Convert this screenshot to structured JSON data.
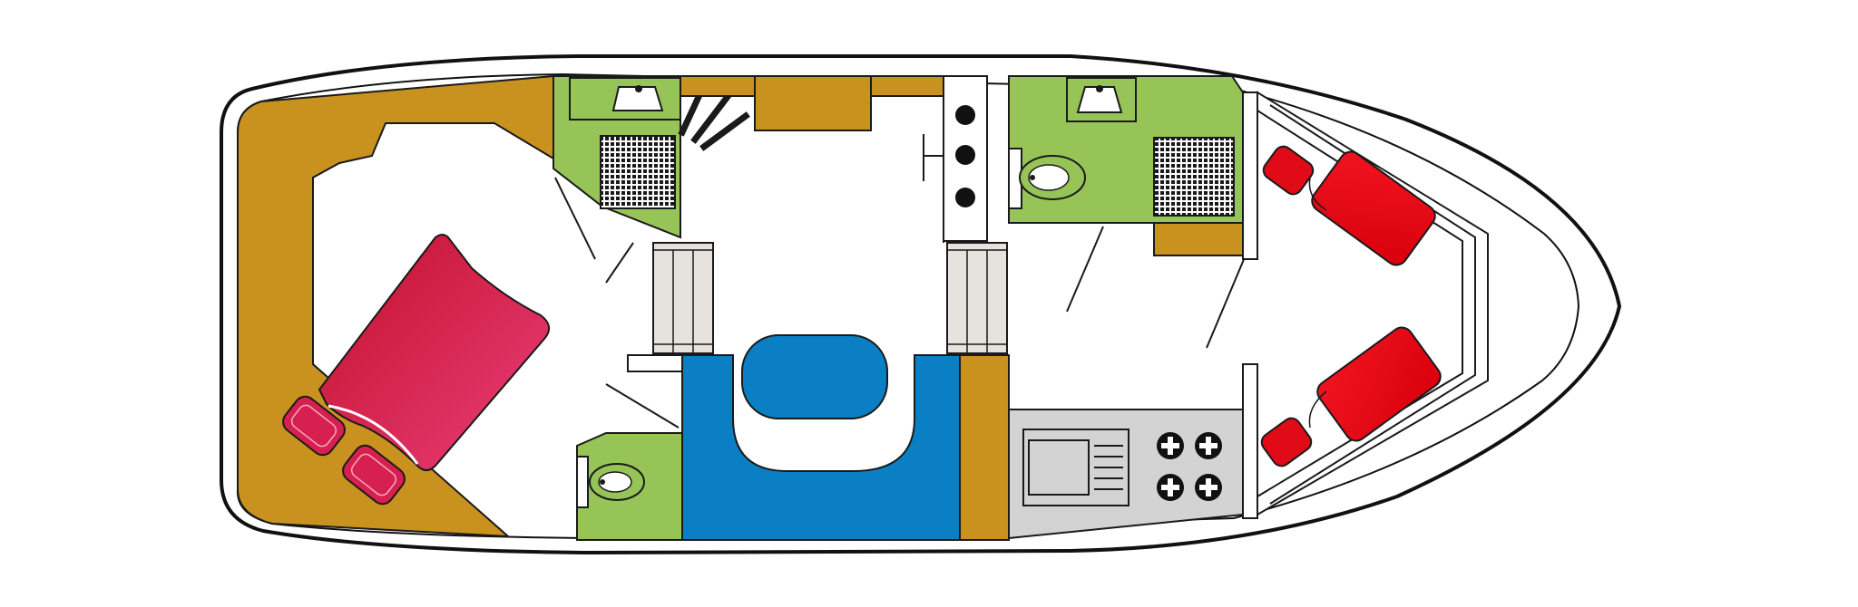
{
  "diagram": {
    "type": "boat-deck-plan",
    "colors": {
      "hull_outline": "#111111",
      "background": "#ffffff",
      "wood_cabinetry": "#c9921f",
      "wet_room": "#97c457",
      "saloon_seating": "#0a7fc4",
      "dining_table": "#0a7fc4",
      "galley_counter": "#d3d3d3",
      "master_bed": "#d6204f",
      "forward_berths": "#e00b17",
      "steps": "#e6e3df"
    },
    "compartments": [
      {
        "id": "aft-cabin",
        "features": [
          "double-bed",
          "two-pillows",
          "wardrobe"
        ]
      },
      {
        "id": "aft-washroom",
        "features": [
          "washbasin",
          "shower-tray"
        ]
      },
      {
        "id": "aft-toilet",
        "features": [
          "toilet"
        ]
      },
      {
        "id": "saloon",
        "features": [
          "u-shaped-seating",
          "table",
          "steps-aft",
          "steps-forward",
          "cabinet"
        ]
      },
      {
        "id": "helm",
        "features": [
          "instrument-panel",
          "steering-wheel"
        ]
      },
      {
        "id": "forward-washroom",
        "features": [
          "washbasin",
          "toilet",
          "shower-tray"
        ]
      },
      {
        "id": "galley",
        "features": [
          "sink",
          "drainer",
          "four-burner-hob"
        ]
      },
      {
        "id": "forward-cabin",
        "features": [
          "two-single-berths",
          "two-pillows"
        ]
      }
    ],
    "icons": [
      "bed-icon",
      "pillow-icon",
      "toilet-icon",
      "washbasin-icon",
      "shower-tray-icon",
      "hob-icon",
      "sink-icon",
      "stairs-icon",
      "steering-wheel-icon"
    ]
  }
}
